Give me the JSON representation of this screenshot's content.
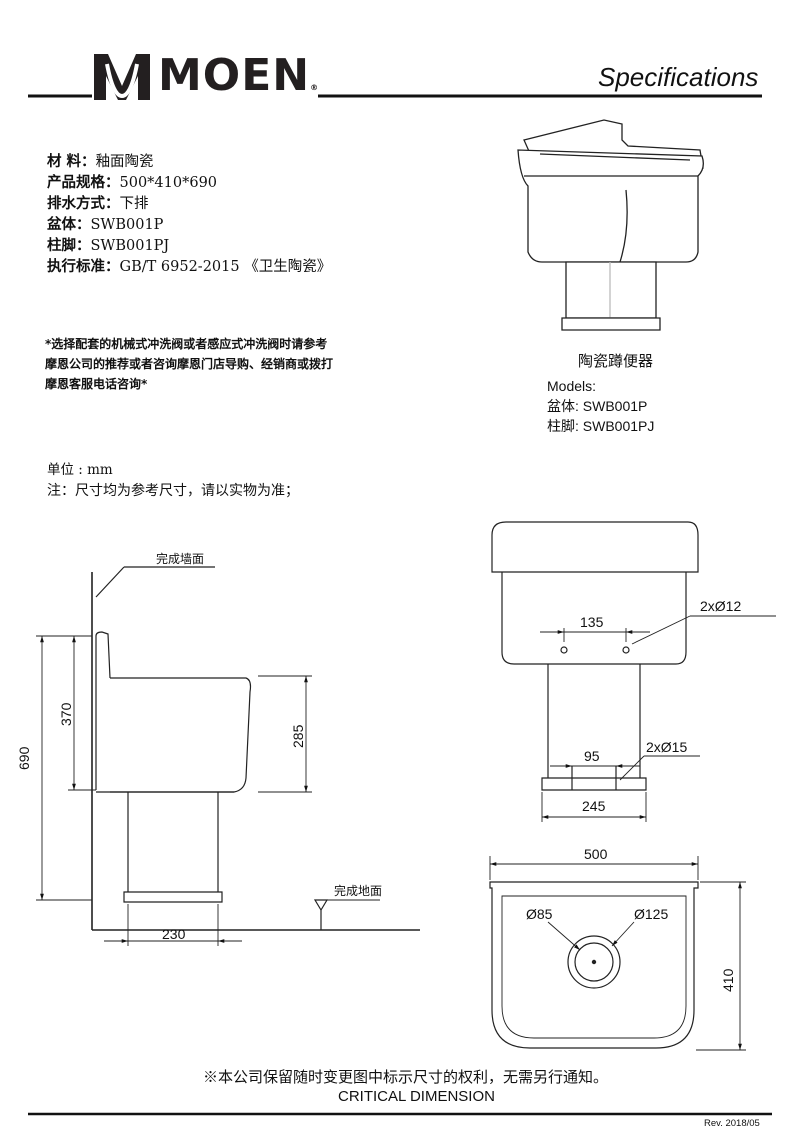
{
  "header": {
    "brand": "MOEN",
    "registered_mark": "®",
    "title": "Specifications"
  },
  "specs": [
    {
      "label": "材    料：",
      "value": "釉面陶瓷"
    },
    {
      "label": "产品规格：",
      "value": "500*410*690"
    },
    {
      "label": "排水方式：",
      "value": "下排"
    },
    {
      "label": "盆体：",
      "value": "SWB001P"
    },
    {
      "label": "柱脚：",
      "value": "SWB001PJ"
    },
    {
      "label": "执行标准：",
      "value": "GB/T 6952-2015 《卫生陶瓷》"
    }
  ],
  "notice_lines": [
    "*选择配套的机械式冲洗阀或者感应式冲洗阀时请参考",
    "摩恩公司的推荐或者咨询摩恩门店导购、经销商或拨打",
    "摩恩客服电话咨询*"
  ],
  "product": {
    "caption": "陶瓷蹲便器",
    "models_heading": "Models:",
    "models": [
      "盆体: SWB001P",
      "柱脚: SWB001PJ"
    ]
  },
  "units": {
    "unit_line": "单位 : mm",
    "note_line": "注：尺寸均为参考尺寸，请以实物为准；"
  },
  "side_view": {
    "wall_label": "完成墙面",
    "floor_label": "完成地面",
    "dims": {
      "height_total": "690",
      "rim_height": "370",
      "basin_depth": "285",
      "pedestal_width": "230"
    }
  },
  "front_view": {
    "dims": {
      "hole_spacing_top": "135",
      "hole_top": "2xØ12",
      "hole_spacing_bottom": "95",
      "hole_bottom": "2xØ15",
      "base_width": "245"
    }
  },
  "top_view": {
    "dims": {
      "width": "500",
      "depth": "410",
      "drain_inner": "Ø85",
      "drain_outer": "Ø125"
    }
  },
  "footer": {
    "notice": "※本公司保留随时变更图中标示尺寸的权利，无需另行通知。",
    "critical": "CRITICAL DIMENSION",
    "revision": "Rev. 2018/05"
  }
}
